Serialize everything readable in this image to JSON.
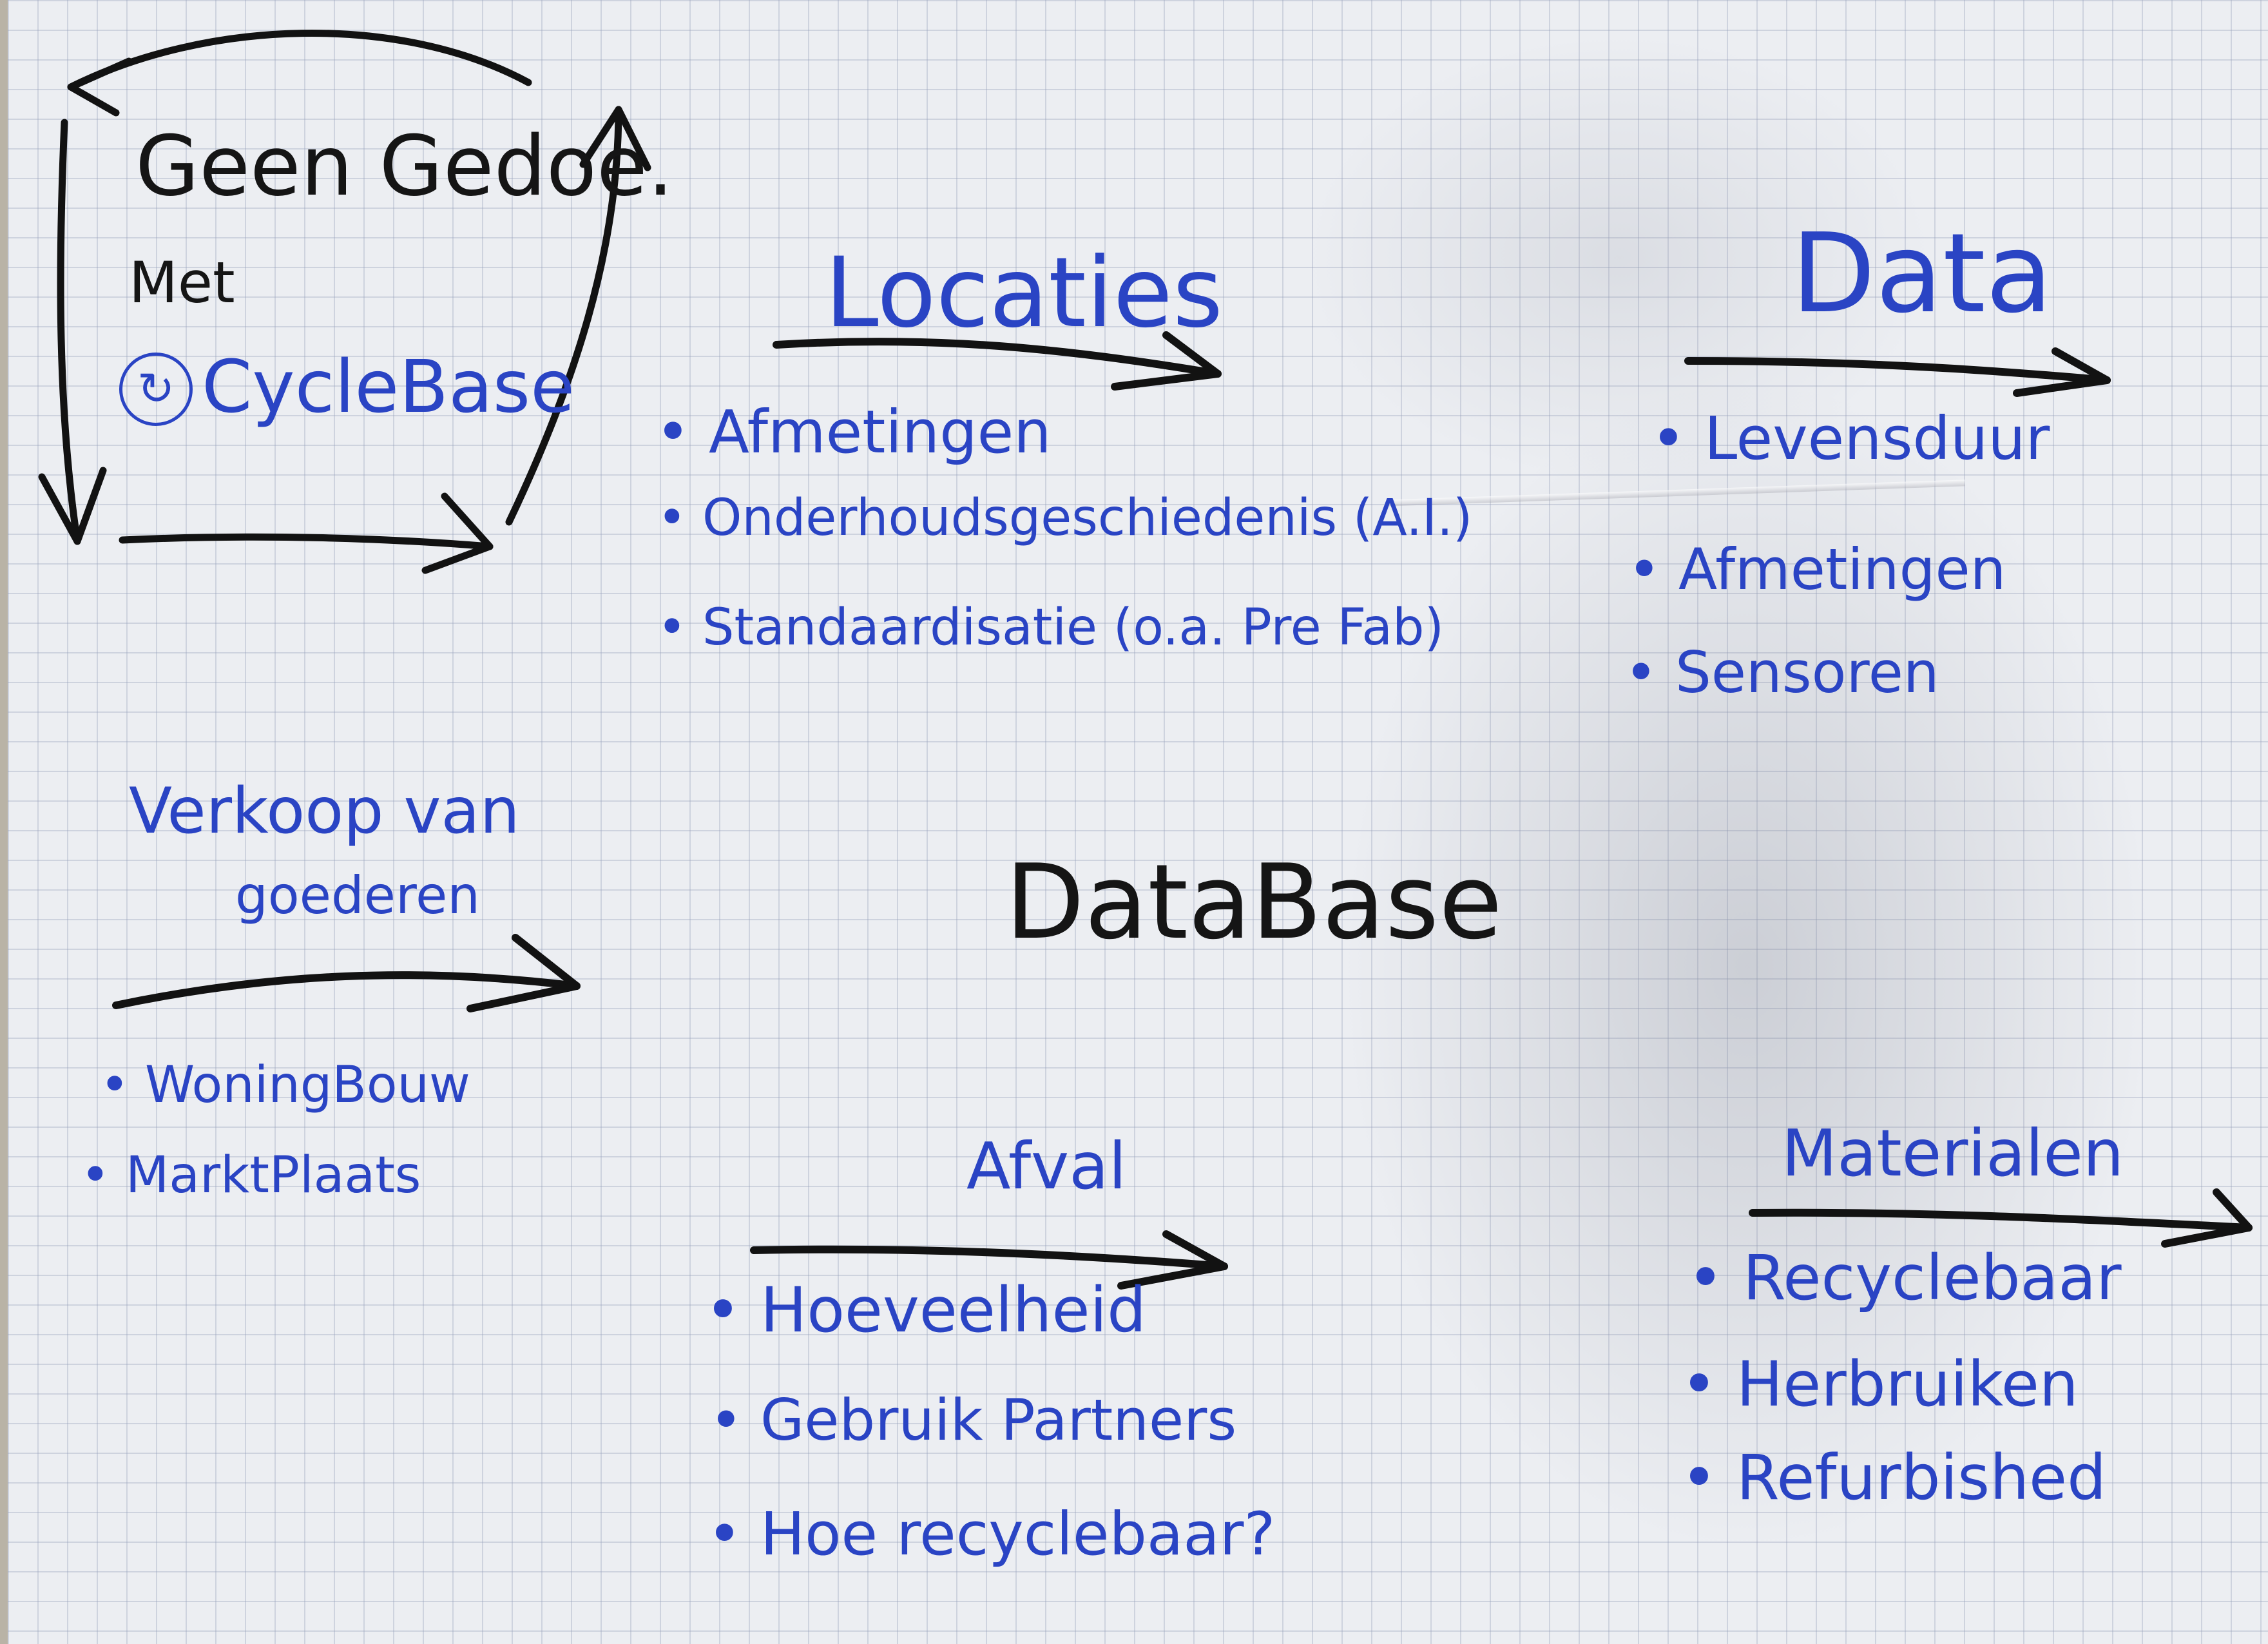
{
  "title": {
    "line1": "Geen Gedoe.",
    "line2": "Met",
    "brand": "CycleBase"
  },
  "center": "DataBase",
  "locaties": {
    "heading": "Locaties",
    "items": [
      "Afmetingen",
      "Onderhoudsgeschiedenis (A.I.)",
      "Standaardisatie (o.a. Pre Fab)"
    ]
  },
  "data": {
    "heading": "Data",
    "items": [
      "Levensduur",
      "Afmetingen",
      "Sensoren"
    ]
  },
  "verkoop": {
    "heading_line1": "Verkoop van",
    "heading_line2": "goederen",
    "items": [
      "WoningBouw",
      "MarktPlaats"
    ]
  },
  "afval": {
    "heading": "Afval",
    "items": [
      "Hoeveelheid",
      "Gebruik Partners",
      "Hoe recyclebaar?"
    ]
  },
  "materialen": {
    "heading": "Materialen",
    "items": [
      "Recyclebaar",
      "Herbruiken",
      "Refurbished"
    ]
  },
  "colors": {
    "ink_blue": "#2a44c4",
    "ink_black": "#151515",
    "paper": "#eceef2"
  },
  "icons": {
    "brand": "cyclebase-logo-icon"
  }
}
